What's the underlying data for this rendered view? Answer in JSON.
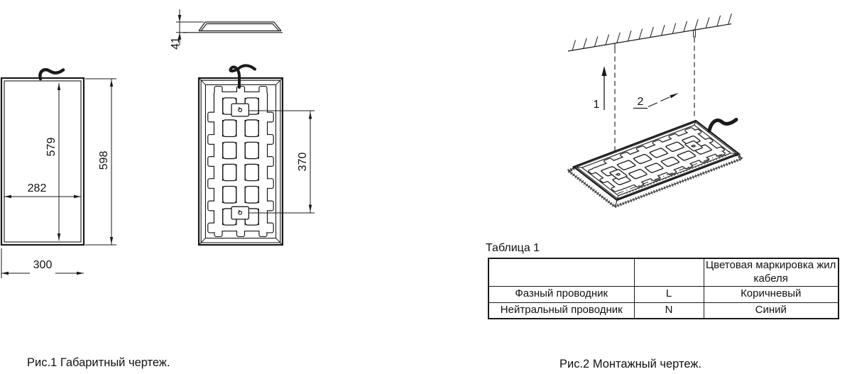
{
  "fig1": {
    "caption": "Рис.1 Габаритный чертеж.",
    "dims": {
      "profile_height": "41",
      "front_inner_height": "579",
      "front_outer_height": "598",
      "front_inner_width": "282",
      "front_outer_width": "300",
      "mount_hole_spacing": "370"
    }
  },
  "fig2": {
    "caption": "Рис.2 Монтажный чертеж.",
    "callout_1": "1",
    "callout_2": "2"
  },
  "table1": {
    "title": "Таблица 1",
    "columns": {
      "parameter": "",
      "code": "",
      "marking": "Цветовая маркировка жил кабеля"
    },
    "rows": [
      {
        "name": "Фазный проводник",
        "code": "L",
        "color": "Коричневый"
      },
      {
        "name": "Нейтральный проводник",
        "code": "N",
        "color": "Синий"
      }
    ]
  }
}
